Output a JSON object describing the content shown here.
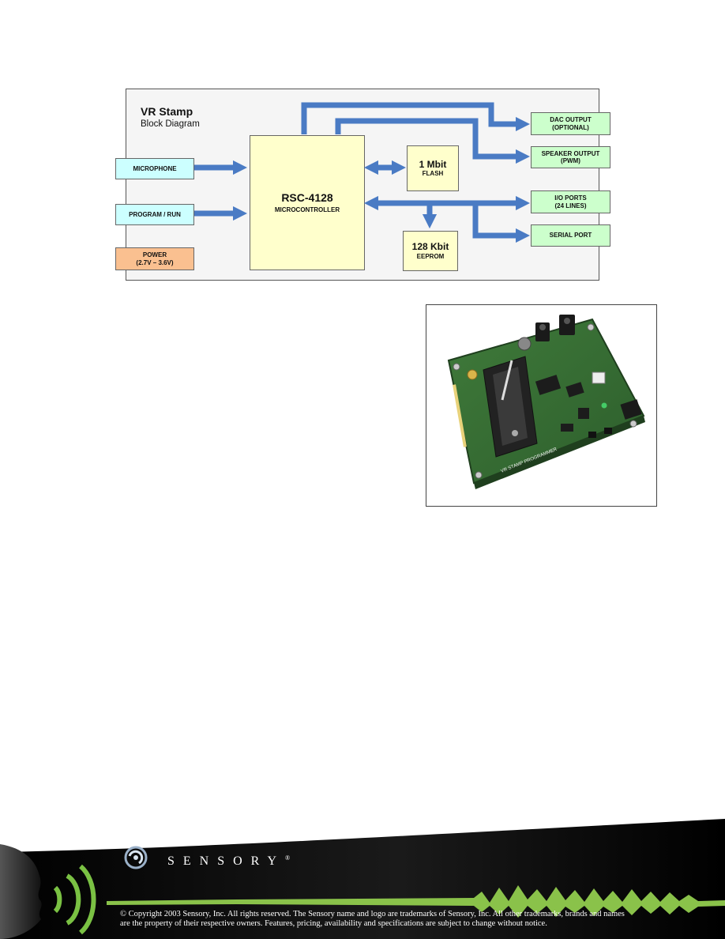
{
  "diagram": {
    "title": "VR Stamp",
    "subtitle": "Block Diagram",
    "blocks": {
      "microphone": [
        "MICROPHONE"
      ],
      "program_run": [
        "PROGRAM / RUN"
      ],
      "power": [
        "POWER",
        "(2.7V – 3.6V)"
      ],
      "mcu_name": "RSC-4128",
      "mcu_desc": "MICROCONTROLLER",
      "flash_size": "1 Mbit",
      "flash_type": "FLASH",
      "eeprom_size": "128 Kbit",
      "eeprom_type": "EEPROM",
      "dac": [
        "DAC OUTPUT",
        "(OPTIONAL)"
      ],
      "speaker": [
        "SPEAKER OUTPUT",
        "(PWM)"
      ],
      "io": [
        "I/O PORTS",
        "(24 LINES)"
      ],
      "serial": [
        "SERIAL PORT"
      ]
    },
    "colors": {
      "arrow": "#4a7bc4",
      "cyan": "#ccffff",
      "yellow": "#ffffcc",
      "green": "#ccffcc",
      "orange": "#fac090"
    }
  },
  "photo": {
    "board_label": "VR STAMP PROGRAMMER"
  },
  "footer": {
    "brand": "SENSORY",
    "registered": "®",
    "copyright_line1": "© Copyright 2003 Sensory, Inc. All rights reserved. The Sensory name and logo are trademarks of Sensory, Inc. All other trademarks, brands and names",
    "copyright_line2": "are the property of their respective owners. Features, pricing, availability and specifications are subject to change without notice."
  }
}
